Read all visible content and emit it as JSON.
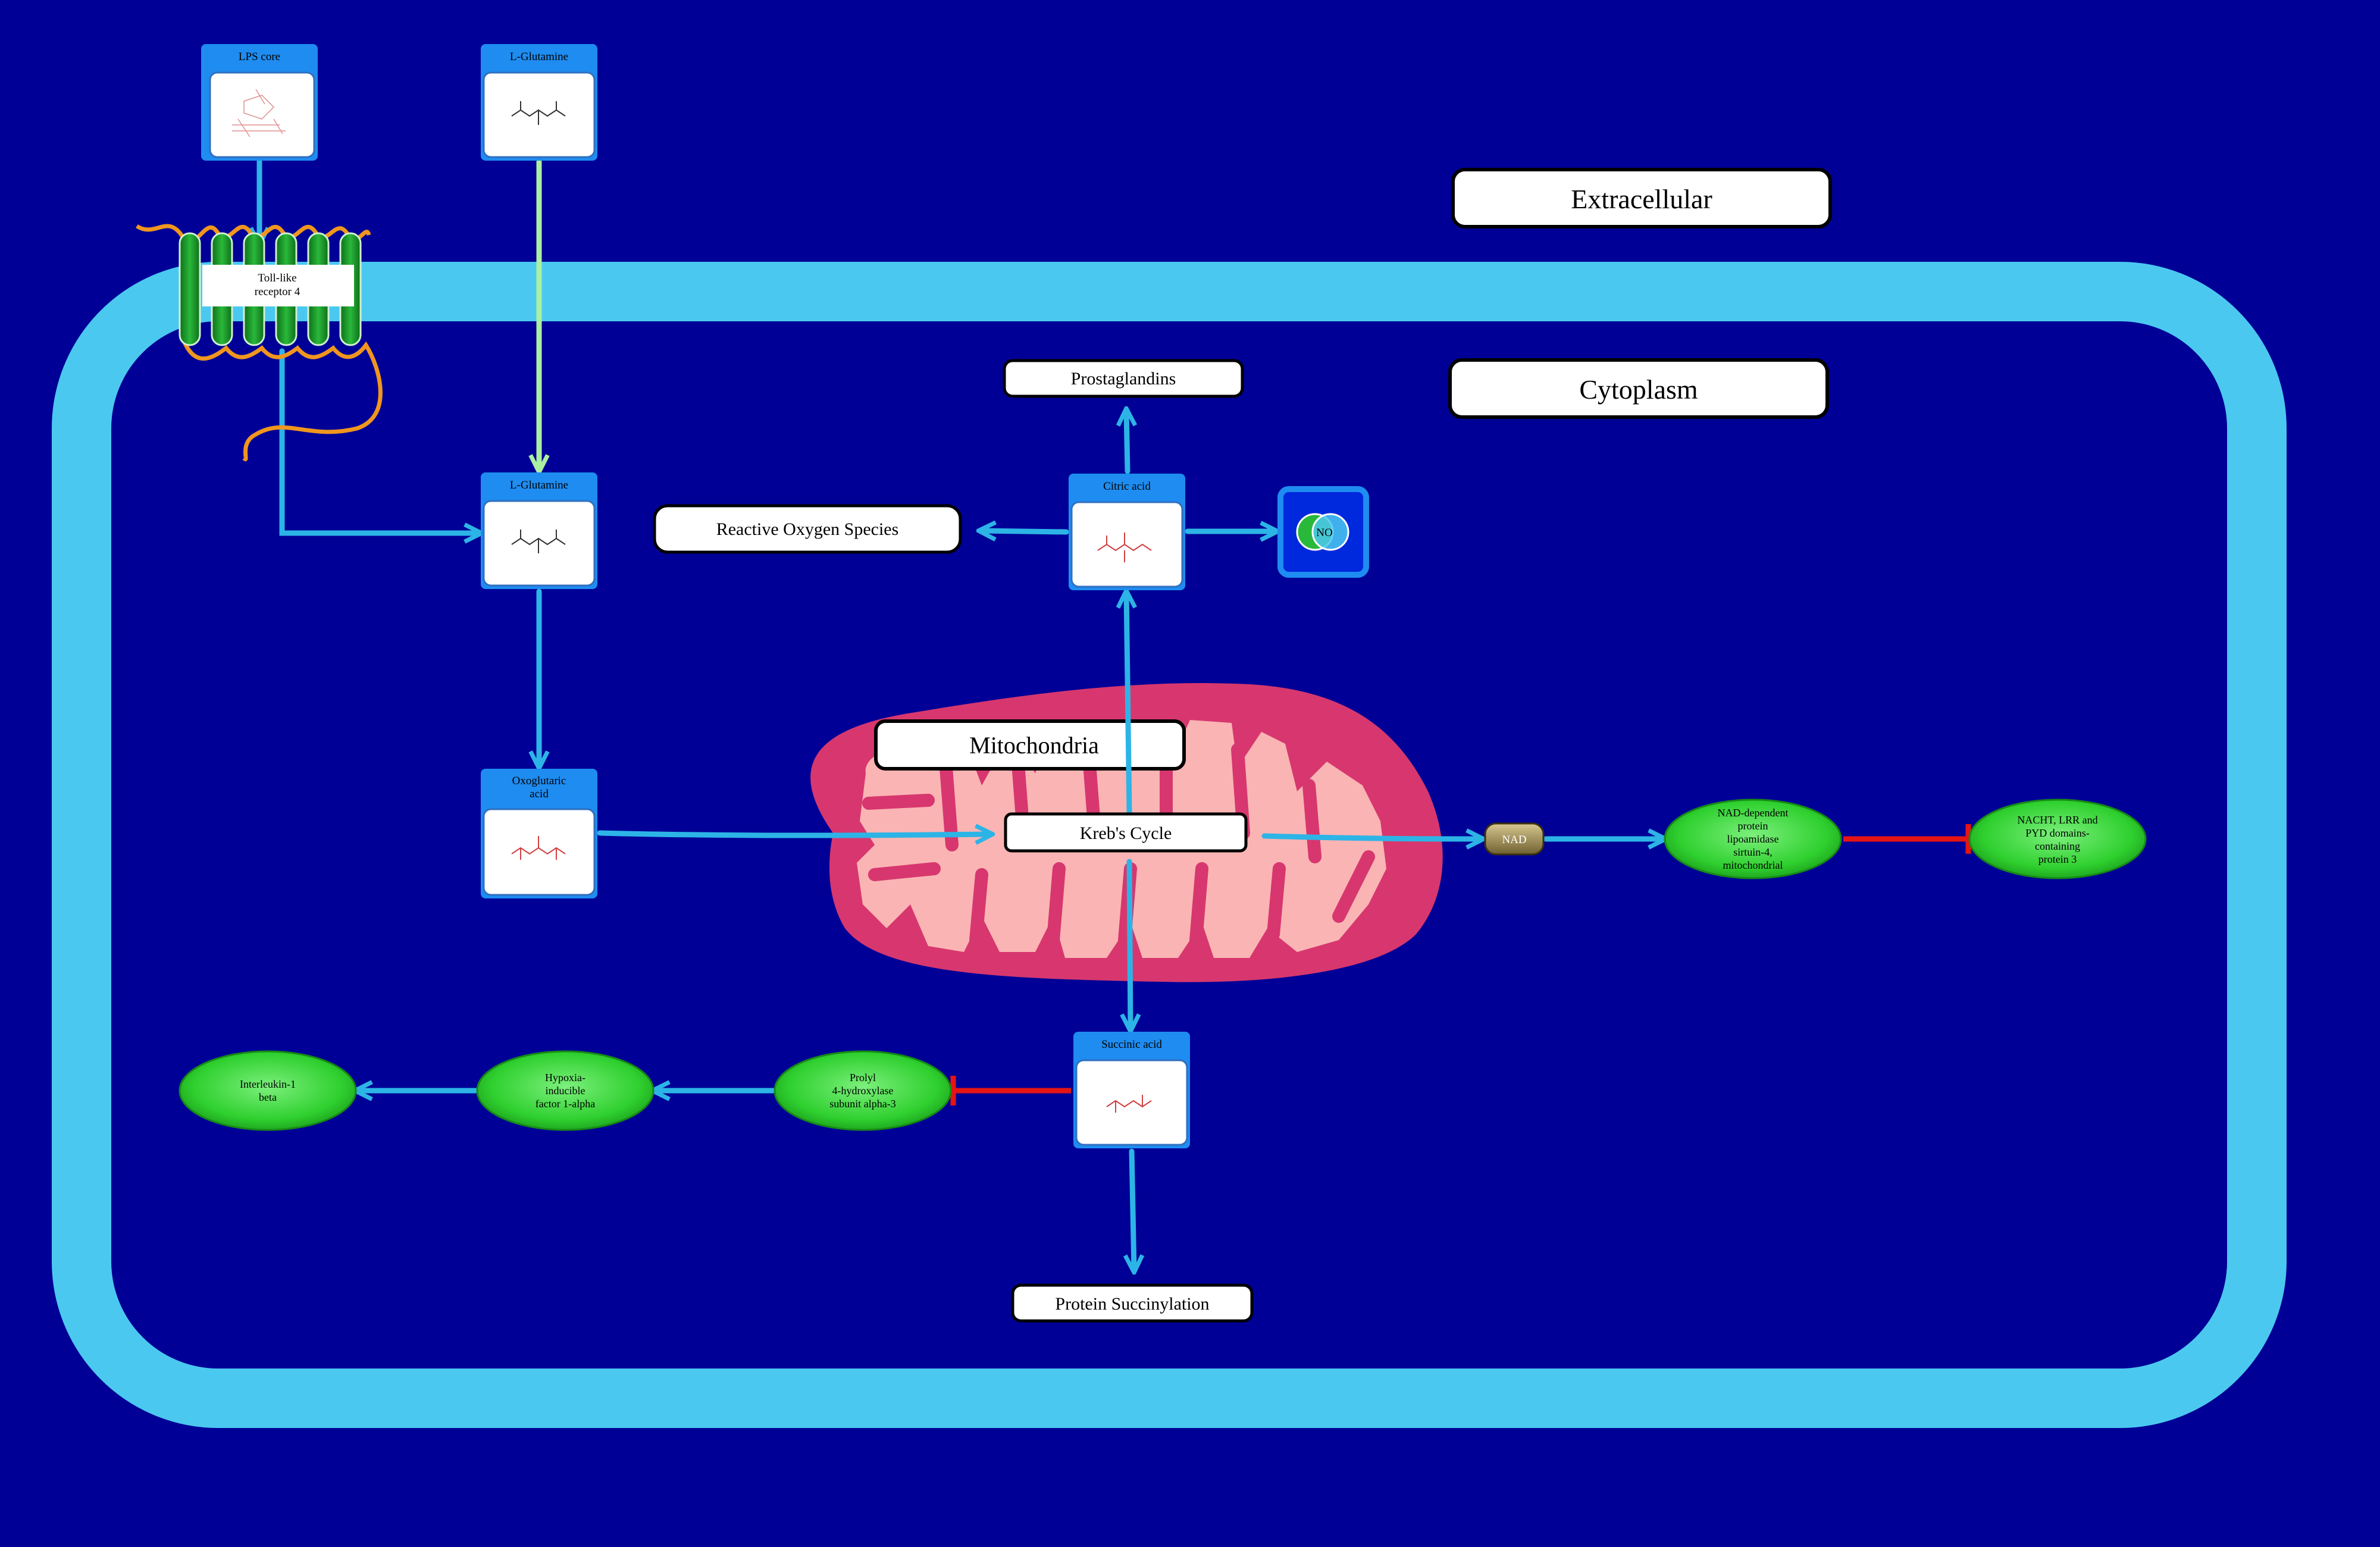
{
  "compartments": {
    "extracellular": "Extracellular",
    "cytoplasm": "Cytoplasm",
    "mitochondria": "Mitochondria"
  },
  "receptor": {
    "line1": "Toll-like",
    "line2": "receptor 4"
  },
  "metabolites": {
    "lps": "LPS core",
    "glutamine_ext": "L-Glutamine",
    "glutamine_int": "L-Glutamine",
    "oxoglutaric_1": "Oxoglutaric",
    "oxoglutaric_2": "acid",
    "citric": "Citric acid",
    "succinic": "Succinic acid",
    "no": "NO",
    "nad": "NAD"
  },
  "processes": {
    "prostaglandins": "Prostaglandins",
    "ros": "Reactive Oxygen Species",
    "krebs": "Kreb's Cycle",
    "succinylation": "Protein Succinylation"
  },
  "proteins": {
    "sirt4": [
      "NAD-dependent",
      "protein",
      "lipoamidase",
      "sirtuin-4,",
      "mitochondrial"
    ],
    "nlrp3": [
      "NACHT, LRR and",
      "PYD domains-",
      "containing",
      "protein 3"
    ],
    "phd3": [
      "Prolyl",
      "4-hydroxylase",
      "subunit alpha-3"
    ],
    "hif1a": [
      "Hypoxia-",
      "inducible",
      "factor 1-alpha"
    ],
    "il1b": [
      "Interleukin-1",
      "beta"
    ]
  },
  "colors": {
    "background": "#000096",
    "membrane": "#4BC8F0",
    "arrow": "#2DB4E6",
    "inhibit": "#E61414",
    "protein": "#32D232",
    "mito_outer": "#D7376E",
    "mito_inner": "#FAB4B4",
    "card_header": "#1E8CF0"
  }
}
